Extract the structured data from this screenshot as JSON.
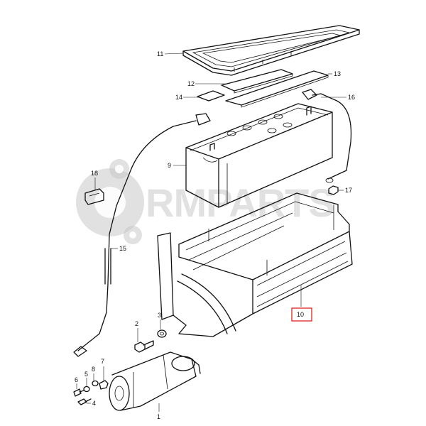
{
  "watermark": {
    "text": "RMPARTS"
  },
  "parts": [
    {
      "id": "p1",
      "label": "1"
    },
    {
      "id": "p2",
      "label": "2"
    },
    {
      "id": "p3",
      "label": "3"
    },
    {
      "id": "p4",
      "label": "4"
    },
    {
      "id": "p5",
      "label": "5"
    },
    {
      "id": "p6",
      "label": "6"
    },
    {
      "id": "p7",
      "label": "7"
    },
    {
      "id": "p8",
      "label": "8"
    },
    {
      "id": "p9",
      "label": "9"
    },
    {
      "id": "p10",
      "label": "10",
      "highlighted": true
    },
    {
      "id": "p11",
      "label": "11"
    },
    {
      "id": "p12",
      "label": "12"
    },
    {
      "id": "p13",
      "label": "13"
    },
    {
      "id": "p14",
      "label": "14"
    },
    {
      "id": "p15",
      "label": "15"
    },
    {
      "id": "p16",
      "label": "16"
    },
    {
      "id": "p17",
      "label": "17"
    },
    {
      "id": "p18",
      "label": "18"
    }
  ],
  "colors": {
    "line": "#111111",
    "highlight_box": "#dd1111",
    "watermark": "#c9c9c9"
  }
}
